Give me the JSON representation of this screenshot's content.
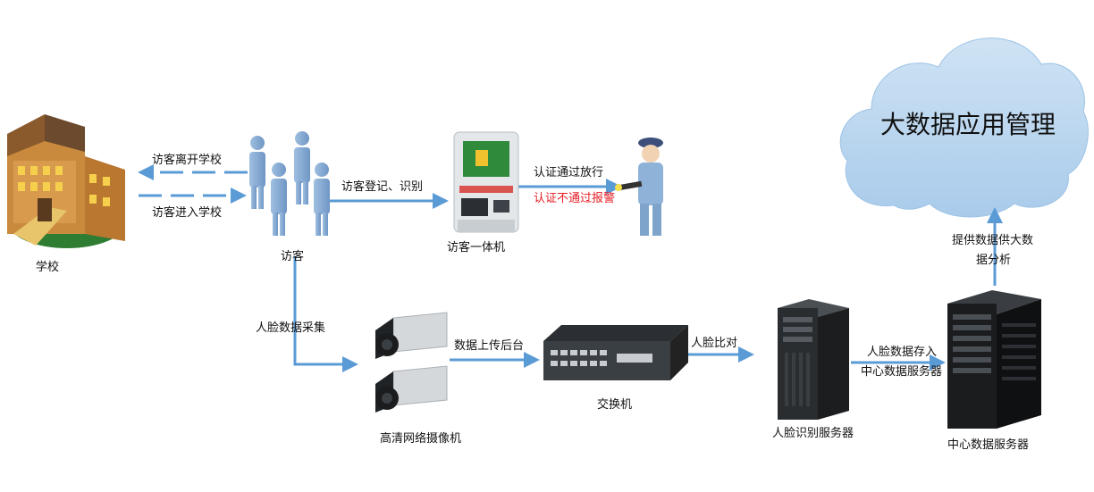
{
  "nodes": {
    "school": "学校",
    "visitors": "访客",
    "kiosk": "访客一体机",
    "cameras": "高清网络摄像机",
    "switch": "交换机",
    "face_server": "人脸识别服务器",
    "data_center": "中心数据服务器",
    "cloud": "大数据应用管理"
  },
  "edges": {
    "leave_school": "访客离开学校",
    "enter_school": "访客进入学校",
    "register": "访客登记、识别",
    "pass": "认证通过放行",
    "alarm": "认证不通过报警",
    "face_capture": "人脸数据采集",
    "upload": "数据上传后台",
    "compare": "人脸比对",
    "store_line1": "人脸数据存入",
    "store_line2": "中心数据服务器",
    "provide_line1": "提供数据供大数",
    "provide_line2": "据分析"
  },
  "colors": {
    "arrow": "#5b9bd5",
    "alarm_text": "#e51c23",
    "cloud": "#bdd7ee"
  }
}
